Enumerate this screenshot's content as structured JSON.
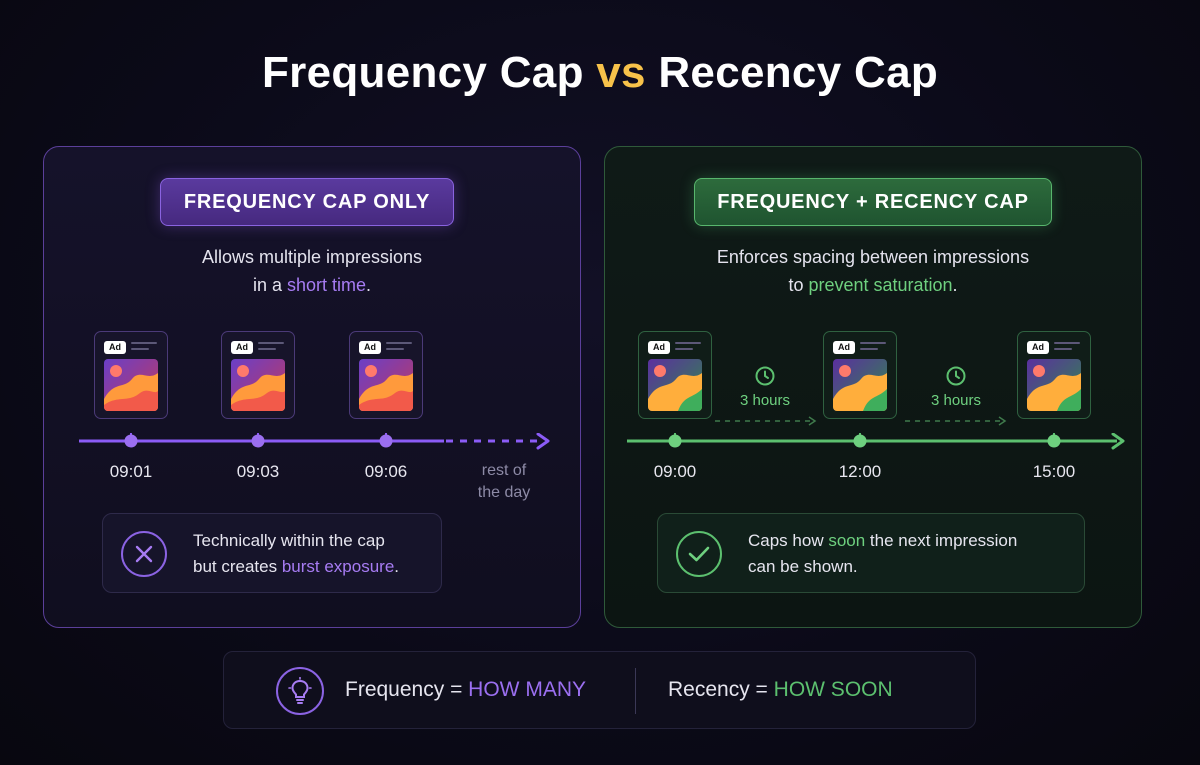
{
  "title": {
    "part1": "Frequency Cap",
    "vs": "vs",
    "part2": "Recency Cap"
  },
  "left_panel": {
    "badge": "FREQUENCY CAP ONLY",
    "desc_line1": "Allows multiple impressions",
    "desc_prefix": "in a ",
    "desc_highlight": "short time",
    "desc_suffix": ".",
    "ad_tag": "Ad",
    "times": [
      "09:01",
      "09:03",
      "09:06"
    ],
    "rest_line1": "rest of",
    "rest_line2": "the day",
    "note_line1": "Technically within the cap",
    "note_prefix": "but creates ",
    "note_highlight": "burst exposure",
    "note_suffix": ".",
    "accent": "#8b5cf6"
  },
  "right_panel": {
    "badge": "FREQUENCY + RECENCY CAP",
    "desc_line1": "Enforces spacing between impressions",
    "desc_prefix": "to ",
    "desc_highlight": "prevent saturation",
    "desc_suffix": ".",
    "ad_tag": "Ad",
    "times": [
      "09:00",
      "12:00",
      "15:00"
    ],
    "gaps": [
      "3 hours",
      "3 hours"
    ],
    "note_prefix": "Caps how ",
    "note_highlight": "soon",
    "note_suffix": " the next impression",
    "note_line2": "can be shown.",
    "accent": "#5cc06f"
  },
  "footer": {
    "freq_label": "Frequency",
    "eq1": "=",
    "freq_value": "HOW MANY",
    "rec_label": "Recency",
    "eq2": "=",
    "rec_value": "HOW SOON",
    "icon": "lightbulb-icon"
  }
}
